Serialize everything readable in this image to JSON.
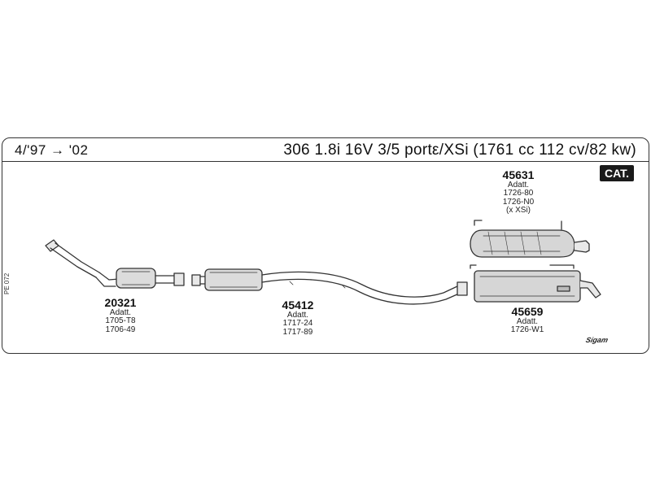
{
  "header": {
    "date_range": "4/'97 → '02",
    "model": "306 1.8i 16V 3/5 portε/XSi (1761 cc 112 cv/82 kw)"
  },
  "badge": {
    "label": "CAT."
  },
  "parts": [
    {
      "code": "20321",
      "lines": [
        "Adatt.",
        "1705-T8",
        "1706-49"
      ]
    },
    {
      "code": "45412",
      "lines": [
        "Adatt.",
        "1717-24",
        "1717-89"
      ]
    },
    {
      "code": "45631",
      "lines": [
        "Adatt.",
        "1726-80",
        "1726-N0",
        "(x XSi)"
      ]
    },
    {
      "code": "45659",
      "lines": [
        "Adatt.",
        "1726-W1"
      ]
    }
  ],
  "side_code": "PE 072",
  "brand": "Sigam",
  "colors": {
    "line": "#333333",
    "part_fill": "#d9d9d9",
    "badge_bg": "#1a1a1a"
  }
}
